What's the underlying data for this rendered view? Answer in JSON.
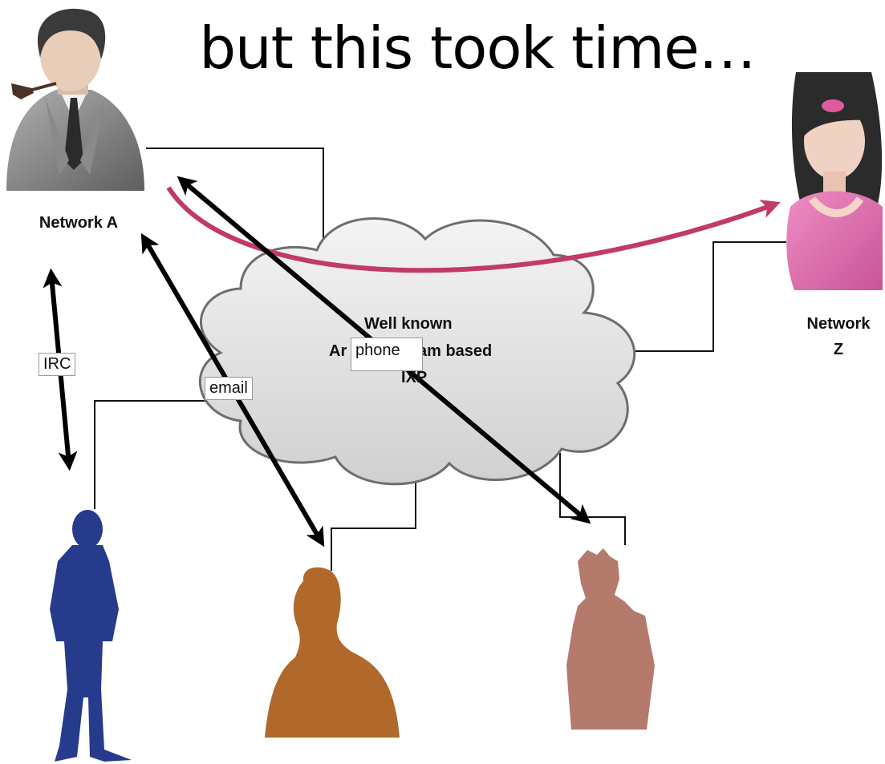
{
  "title": "but this took time…",
  "nodes": {
    "network_a": "Network A",
    "network_z_line1": "Network",
    "network_z_line2": "Z"
  },
  "cloud": {
    "line1": "Well known",
    "line2_left": "Ar",
    "line2_right": "am based",
    "line3": "IXP"
  },
  "channels": {
    "irc": "IRC",
    "email": "email",
    "phone": "phone"
  },
  "colors": {
    "cloud_fill": "#e2e2e2",
    "relationship_arrow": "#c2396a",
    "person_blue": "#263b8c",
    "person_orange": "#b0692a",
    "person_rose": "#b47a6c",
    "woman_pink": "#e37ab5"
  },
  "icons": [
    "businessman-with-pipe-icon",
    "woman-avatar-icon",
    "standing-man-silhouette-icon",
    "bust-silhouette-icon",
    "spiky-hair-man-silhouette-icon"
  ]
}
